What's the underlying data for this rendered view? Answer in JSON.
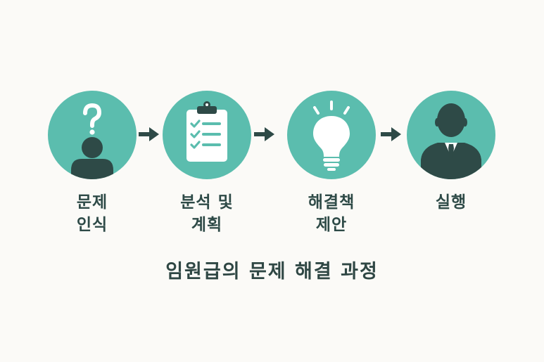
{
  "steps": [
    {
      "icon": "question-person-icon",
      "label_line1": "문제",
      "label_line2": "인식"
    },
    {
      "icon": "clipboard-checklist-icon",
      "label_line1": "분석 및",
      "label_line2": "계획"
    },
    {
      "icon": "lightbulb-icon",
      "label_line1": "해결책",
      "label_line2": "제안"
    },
    {
      "icon": "businessman-icon",
      "label_line1": "실행",
      "label_line2": ""
    }
  ],
  "title": "임원급의 문제 해결 과정",
  "colors": {
    "circle": "#5bbdae",
    "dark": "#2e4a47",
    "white": "#ffffff",
    "background": "#fbfaf7"
  }
}
